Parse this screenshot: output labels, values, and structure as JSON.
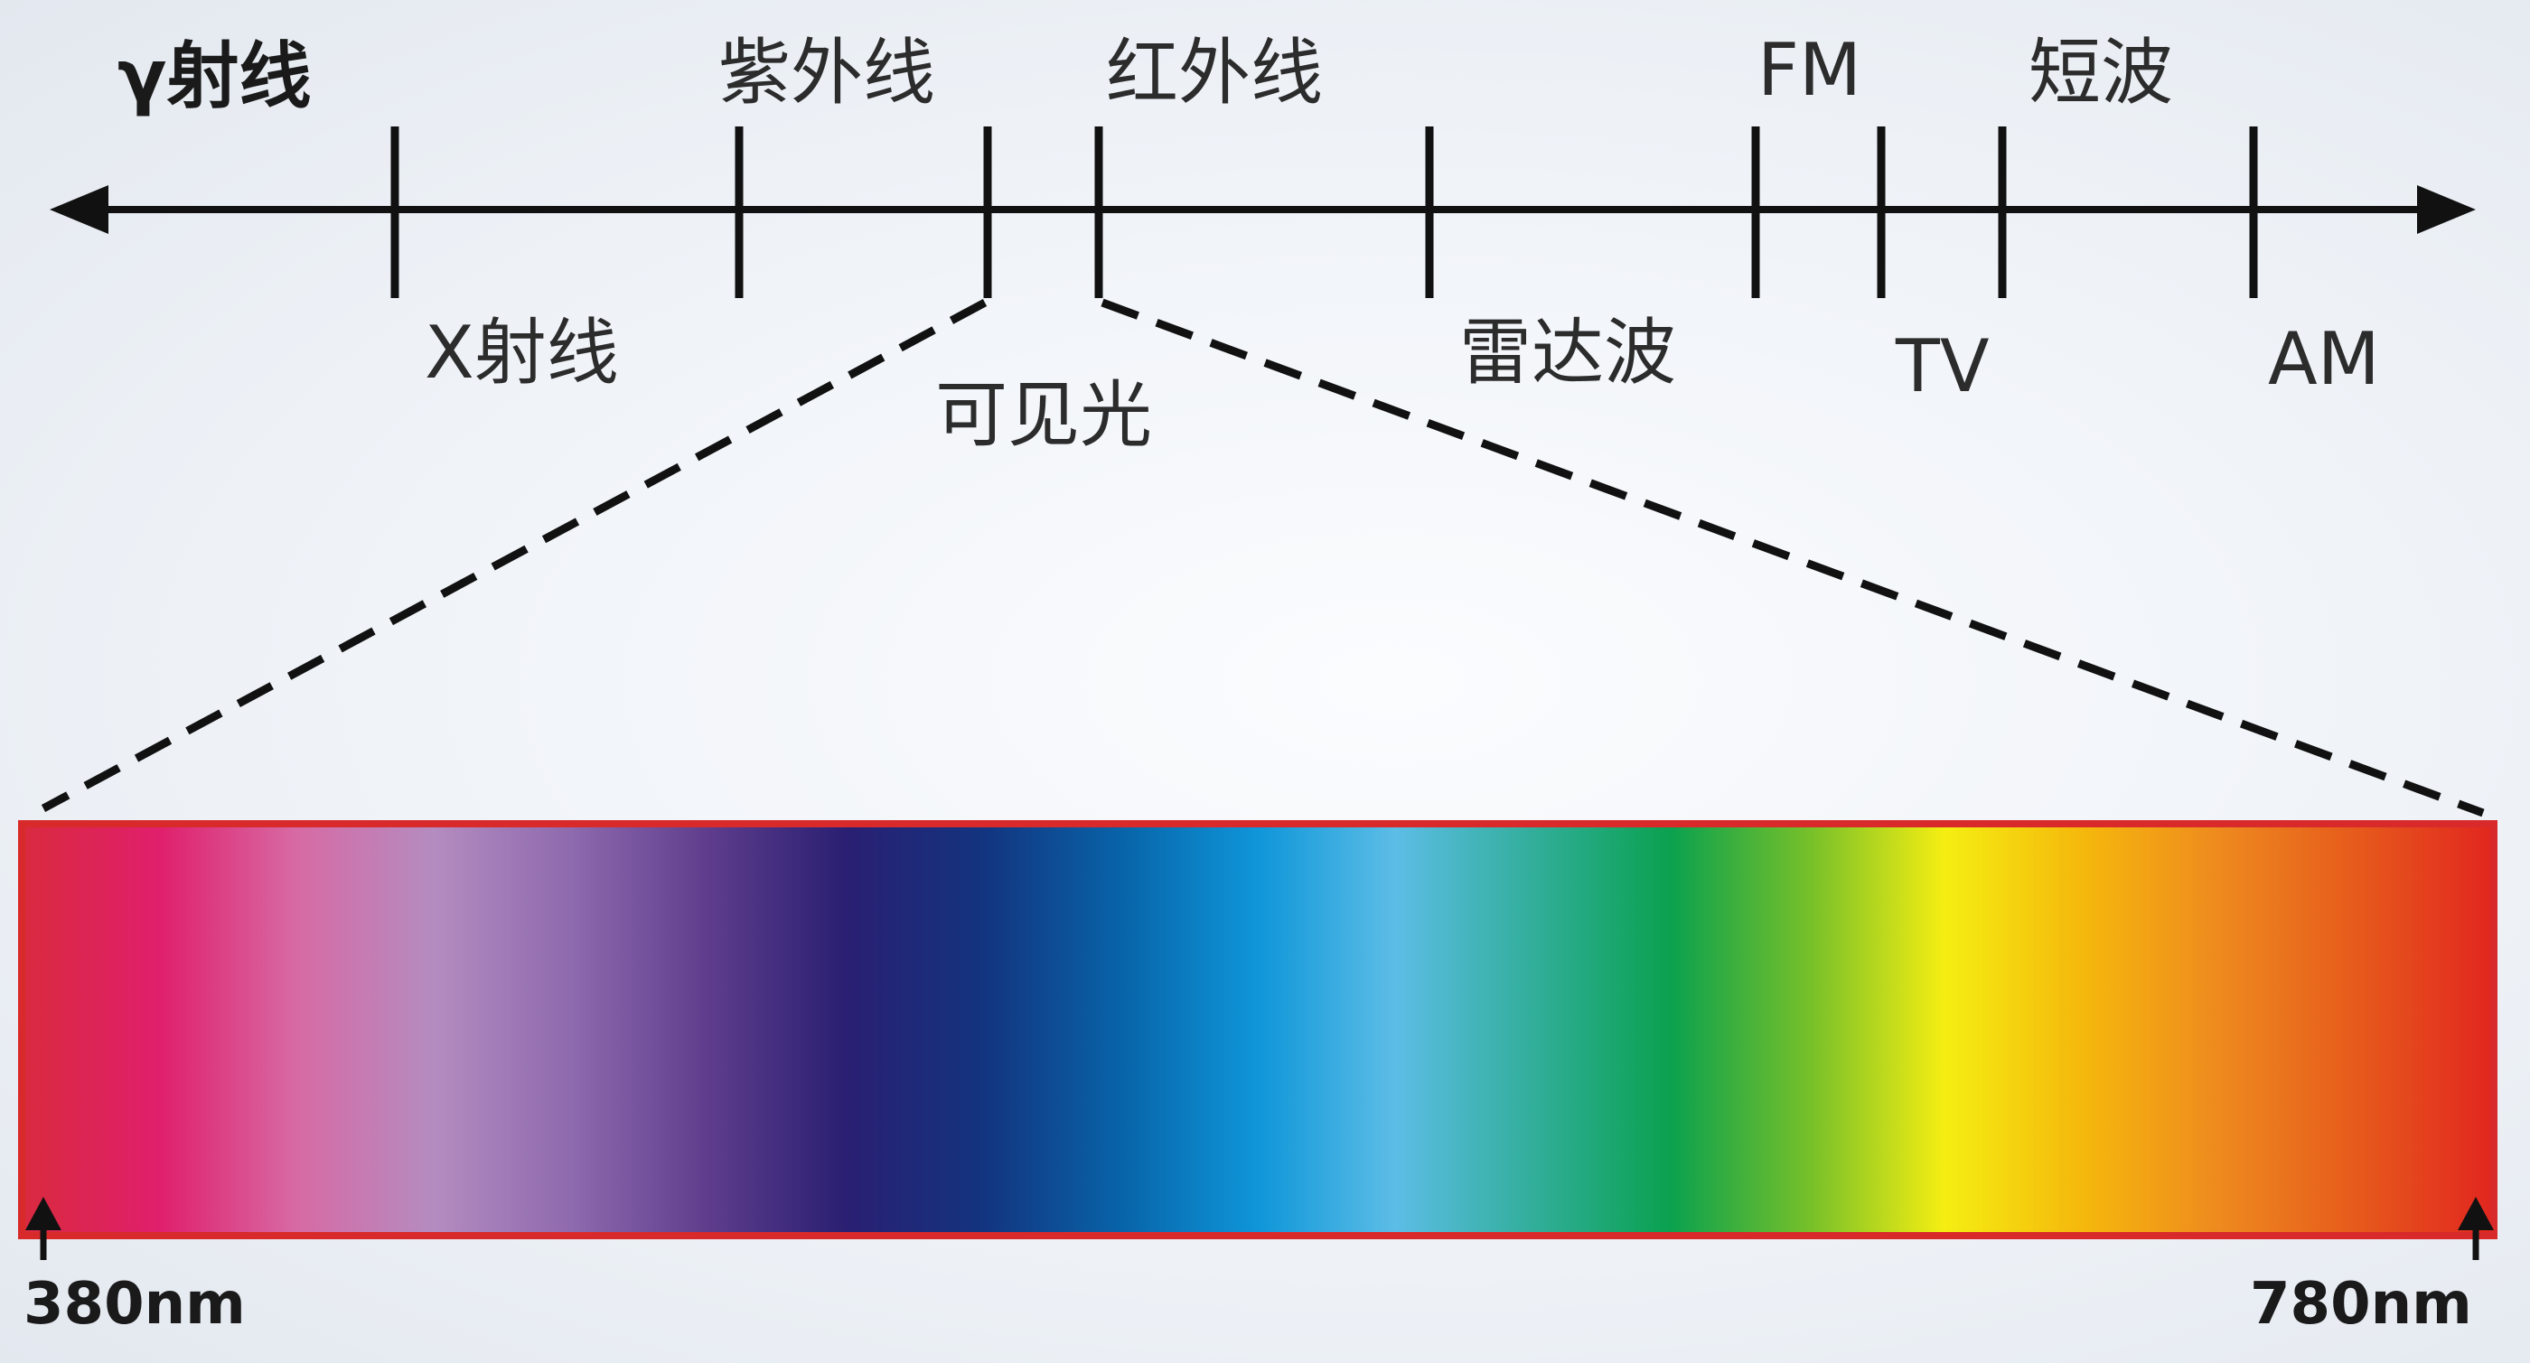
{
  "diagram": {
    "bands_above": [
      {
        "id": "gamma",
        "label": "γ射线"
      },
      {
        "id": "uv",
        "label": "紫外线"
      },
      {
        "id": "ir",
        "label": "红外线"
      },
      {
        "id": "fm",
        "label": "FM"
      },
      {
        "id": "shortwave",
        "label": "短波"
      }
    ],
    "bands_below": [
      {
        "id": "xray",
        "label": "X射线"
      },
      {
        "id": "visible",
        "label": "可见光"
      },
      {
        "id": "radar",
        "label": "雷达波"
      },
      {
        "id": "tv",
        "label": "TV"
      },
      {
        "id": "am",
        "label": "AM"
      }
    ],
    "spectrum": {
      "start_label": "380nm",
      "end_label": "780nm",
      "colors": [
        "#d92a3e",
        "#e01f6c",
        "#d76aa4",
        "#b48cc0",
        "#8e6aae",
        "#5e3d8c",
        "#2a1f72",
        "#13347f",
        "#0863a8",
        "#0f96d9",
        "#5cbde6",
        "#32ae9b",
        "#0aa14f",
        "#74bf2a",
        "#f5ee12",
        "#f5b80c",
        "#ee8a1e",
        "#e65a1c",
        "#e1261f"
      ]
    },
    "colors": {
      "axis": "#111111",
      "spectrum_border": "#d82a2a",
      "text": "#2c2c2c"
    }
  }
}
